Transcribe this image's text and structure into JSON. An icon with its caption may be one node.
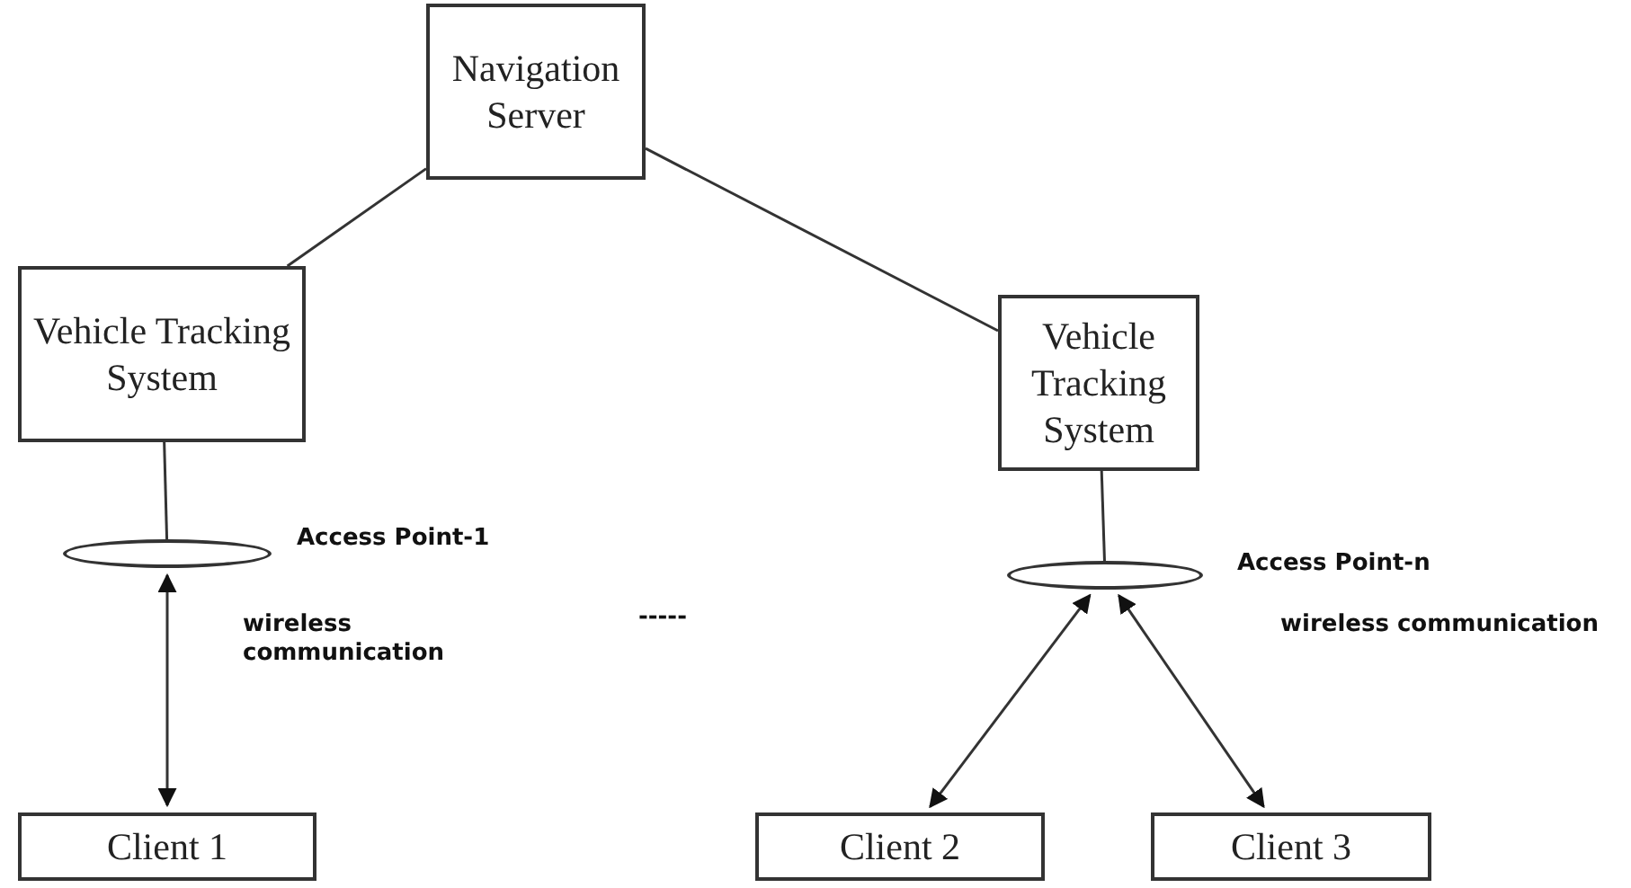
{
  "diagram": {
    "nodes": [
      {
        "text": [
          "Navigation Server"
        ]
      },
      {
        "text": [
          "Vehicle Tracking System"
        ]
      },
      {
        "text": [
          "Vehicle Tracking System"
        ]
      },
      {
        "text": [],
        "shape": "ellipse",
        "beside": [
          "Access Point-1"
        ]
      },
      {
        "text": [],
        "shape": "ellipse",
        "beside": [
          "Access Point-n"
        ]
      },
      {
        "text": [
          "Client 1"
        ]
      },
      {
        "text": [
          "Client 2"
        ]
      },
      {
        "text": [
          "Client 3"
        ]
      }
    ],
    "edges": [
      {
        "from": 0,
        "to": 1,
        "arrow": "none"
      },
      {
        "from": 0,
        "to": 2,
        "arrow": "none"
      },
      {
        "from": 1,
        "to": 3,
        "arrow": "none"
      },
      {
        "from": 2,
        "to": 4,
        "arrow": "none"
      },
      {
        "from": 3,
        "to": 5,
        "arrow": "both"
      },
      {
        "from": 4,
        "to": 6,
        "arrow": "both"
      },
      {
        "from": 4,
        "to": 7,
        "arrow": "both"
      }
    ],
    "labels": [
      "wireless communication",
      "-----",
      "wireless communication"
    ]
  }
}
